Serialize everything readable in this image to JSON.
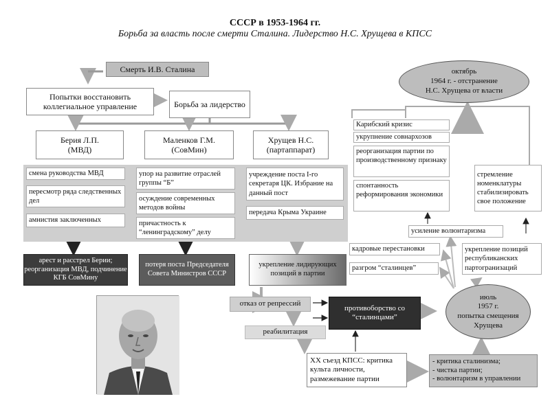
{
  "header": {
    "title": "СССР в 1953-1964 гг.",
    "subtitle": "Борьба за власть после смерти Сталина. Лидерство Н.С. Хрущева в КПСС"
  },
  "top": {
    "death": "Смерть И.В. Сталина",
    "collegial": "Попытки восстановить коллегиальное управление",
    "struggle": "Борьба за лидерство"
  },
  "leaders": [
    {
      "name": "Берия Л.П.",
      "org": "(МВД)"
    },
    {
      "name": "Маленков Г.М.",
      "org": "(СовМин)"
    },
    {
      "name": "Хрущев Н.С.",
      "org": "(партаппарат)"
    }
  ],
  "beria_items": [
    "смена руководства МВД",
    "пересмотр ряда следственных дел",
    "амнистия заключенных"
  ],
  "malenkov_items": [
    "упор на развитие отраслей группы “Б”",
    "осуждение современных методов войны",
    "причастность к “ленинградскому” делу"
  ],
  "khrushchev_items": [
    "учреждение поста I-го секретаря ЦК. Избрание на данный пост",
    "передача Крыма Украине"
  ],
  "results": {
    "beria": "арест и расстрел Берии; реорганизация МВД, подчинение КГБ СовМину",
    "malenkov": "потеря поста Председателя Совета Министров СССР",
    "khrushchev": "укрепление лидирующих позиций в партии"
  },
  "flow": {
    "repressions": "отказ от репрессий",
    "rehab": "реабилитация",
    "opposition": "противоборство со “сталинцами”",
    "congress": "XX съезд КПСС: критика культа личности, размежевание партии",
    "critique": "- критика сталинизма;\n- чистка партии;\n- волюнтаризм в управлении",
    "july": "июль\n1957 г.\nпопытка смещения\nХрущева"
  },
  "right": {
    "october": "октябрь\n1964 г. - отстранение\nН.С. Хрущева от власти",
    "list": [
      "Карибский кризис",
      "укрупнение совнархозов",
      "реорганизация партии по производственному признаку",
      "спонтанность реформирования экономики"
    ],
    "nomenklatura": "стремление номенклатуры стабилизировать свое положение",
    "voluntarism": "усиление волюнтаризма",
    "cadres": "кадровые перестановки",
    "stalinists": "разгром “сталинцев”",
    "republican": "укрепление позиций республиканских партогранизаций"
  },
  "photo": {
    "alt": "портрет Н.С. Хрущева"
  }
}
